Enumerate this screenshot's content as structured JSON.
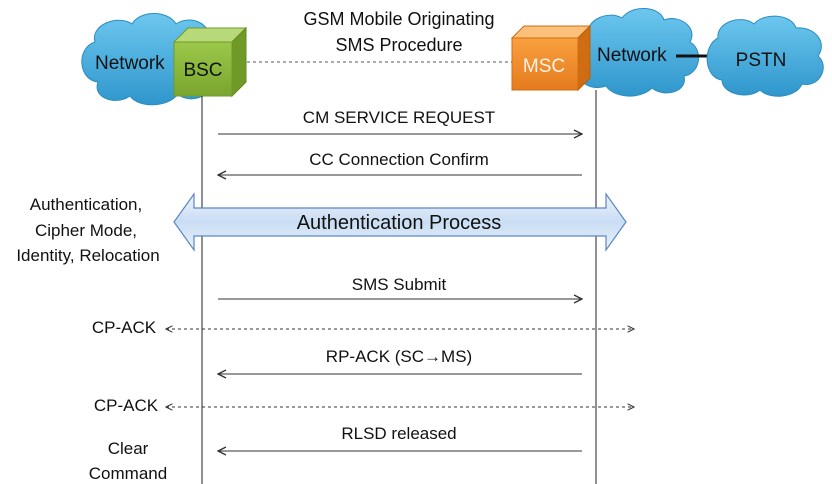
{
  "title": {
    "line1": "GSM Mobile Originating",
    "line2": "SMS Procedure"
  },
  "nodes": {
    "network_left": "Network",
    "bsc": "BSC",
    "msc": "MSC",
    "network_right": "Network",
    "pstn": "PSTN"
  },
  "messages": [
    {
      "label": "CM SERVICE REQUEST",
      "direction": "right"
    },
    {
      "label": "CC Connection Confirm",
      "direction": "left"
    },
    {
      "label": "SMS Submit",
      "direction": "right"
    },
    {
      "label": "RP-ACK (SC→MS)",
      "direction": "left"
    },
    {
      "label": "RLSD released",
      "direction": "left"
    }
  ],
  "process": {
    "label": "Authentication Process"
  },
  "side_notes": {
    "auth": [
      "Authentication,",
      "Cipher Mode,",
      "Identity, Relocation"
    ],
    "cp_ack_1": "CP-ACK",
    "cp_ack_2": "CP-ACK",
    "clear": [
      "Clear",
      "Command"
    ]
  },
  "colors": {
    "cloud": "#45b0e2",
    "bsc_face": "#8cb63b",
    "msc_face": "#f0892a",
    "process_fill": "#cde0f5",
    "process_stroke": "#5a86c6"
  }
}
